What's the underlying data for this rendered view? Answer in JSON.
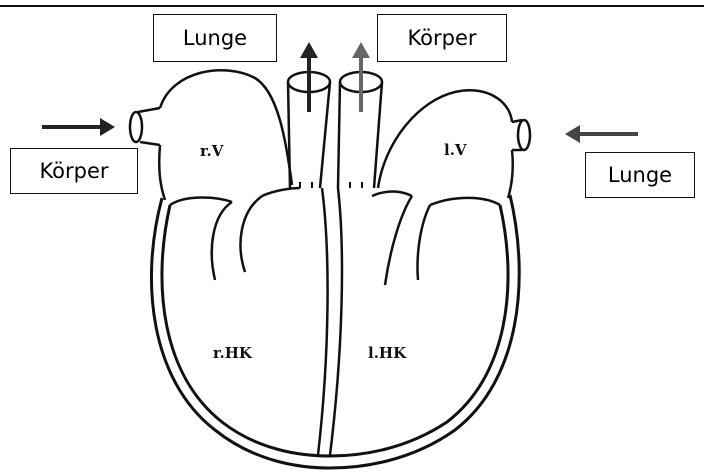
{
  "labels": {
    "top_left": "Lunge",
    "top_right": "Körper",
    "mid_left": "Körper",
    "mid_right": "Lunge"
  },
  "chambers": {
    "right_atrium": "r.V",
    "left_atrium": "l.V",
    "right_ventricle": "r.HK",
    "left_ventricle": "l.HK"
  },
  "colors": {
    "line": "#111111",
    "arrow_dark": "#222222",
    "arrow_grey": "#666666"
  }
}
